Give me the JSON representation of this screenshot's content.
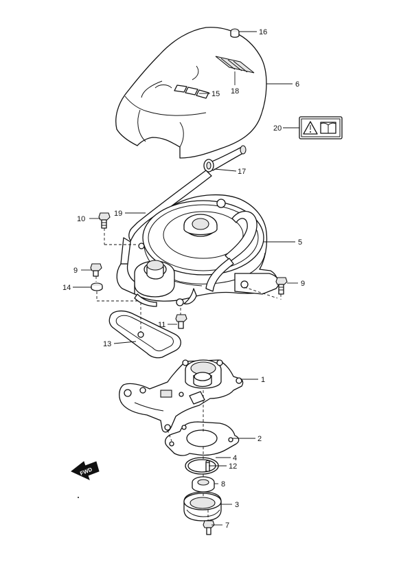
{
  "diagram": {
    "fwd_label": "FWD",
    "callouts": [
      {
        "key": "c1",
        "number": "1",
        "part": "lower plate"
      },
      {
        "key": "c2",
        "number": "2",
        "part": "gasket"
      },
      {
        "key": "c3",
        "number": "3",
        "part": "bushing"
      },
      {
        "key": "c4",
        "number": "4",
        "part": "o-ring"
      },
      {
        "key": "c5",
        "number": "5",
        "part": "starter housing"
      },
      {
        "key": "c6",
        "number": "6",
        "part": "cover"
      },
      {
        "key": "c7",
        "number": "7",
        "part": "screw"
      },
      {
        "key": "c8",
        "number": "8",
        "part": "seal"
      },
      {
        "key": "c9a",
        "number": "9",
        "part": "bolt"
      },
      {
        "key": "c9b",
        "number": "9",
        "part": "bolt"
      },
      {
        "key": "c10",
        "number": "10",
        "part": "bolt"
      },
      {
        "key": "c11",
        "number": "11",
        "part": "bolt"
      },
      {
        "key": "c12",
        "number": "12",
        "part": "pin"
      },
      {
        "key": "c13",
        "number": "13",
        "part": "gasket"
      },
      {
        "key": "c14",
        "number": "14",
        "part": "washer"
      },
      {
        "key": "c15",
        "number": "15",
        "part": "emblem"
      },
      {
        "key": "c16",
        "number": "16",
        "part": "grommet"
      },
      {
        "key": "c17",
        "number": "17",
        "part": "grommet"
      },
      {
        "key": "c18",
        "number": "18",
        "part": "emblem"
      },
      {
        "key": "c19",
        "number": "19",
        "part": "handle rope"
      },
      {
        "key": "c20",
        "number": "20",
        "part": "warning label"
      }
    ]
  }
}
